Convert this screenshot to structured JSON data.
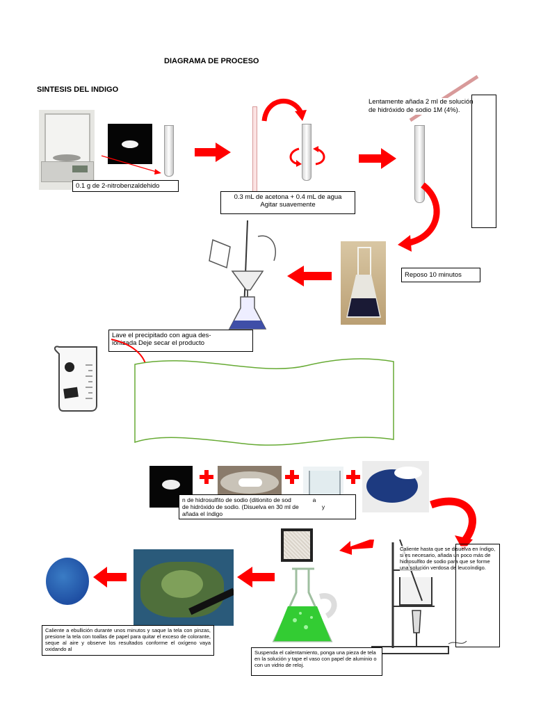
{
  "header": {
    "title": "DIAGRAMA DE PROCESO",
    "subtitle": "SINTESIS DEL INDIGO"
  },
  "steps": {
    "weigh": "0.1 g de 2-nitrobenzaldehido",
    "mix_line1": "0.3 mL de acetona + 0.4 mL de agua",
    "mix_line2": "Agitar suavemente",
    "naoh_line1": "Lentamente añada 2 ml de solución",
    "naoh_line2": "de hidróxido de sodio 1M (4%).",
    "rest": "Reposo 10 minutos",
    "wash_line1": "Lave el precipitado con agua des-",
    "wash_line2": "ionizada Deje secar el producto",
    "dithionite_line1": "n de hidrosulfito de sodio (ditionito de sod",
    "dithionite_line1b": "a",
    "dithionite_line2": "de hidróxido de sodio. (Disuelva en 30 ml de",
    "dithionite_line2b": "y",
    "dithionite_line3": "añada el índigo",
    "heat": "Caliente hasta que se disuelva en índigo, si es necesario, añada un poco más de hidrosulfito de sodio para que se forme una solución verdosa de leucoíndigo.",
    "suspend": "Suspenda el calentamiento, ponga una pieza de tela en la solución y tape el vaso con papel de aluminio o con un vidrio de reloj.",
    "boil": "Caliente a ebullición durante unos minutos y saque la tela con pinzas, presione la tela con toallas de papel para quitar el exceso de colorante, seque al aire y observe los resultados conforme el oxígeno vaya oxidando al"
  },
  "colors": {
    "arrow": "#ff0000",
    "indigo": "#1f4fa3",
    "green_solution": "#33cc33",
    "scroll_border": "#66aa33"
  }
}
